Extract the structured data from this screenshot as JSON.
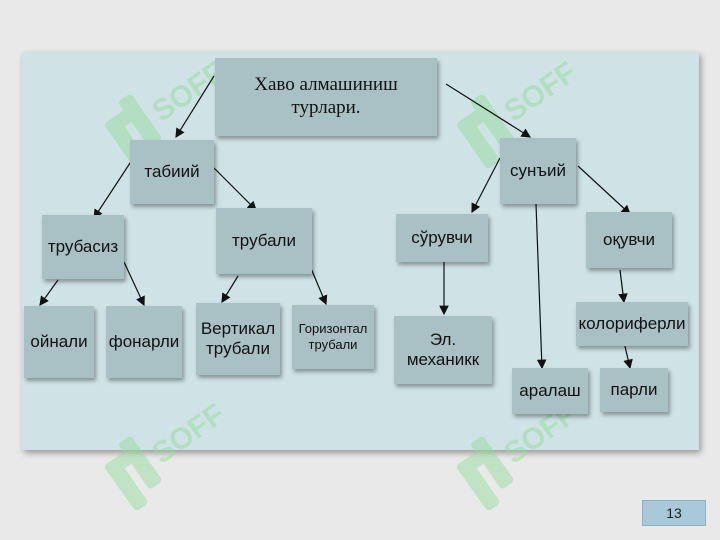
{
  "diagram": {
    "root": "Хаво алмашиниш турлари.",
    "natural": "табиий",
    "artificial": "сунъий",
    "pipeless": "трубасиз",
    "piped": "трубали",
    "window": "ойнали",
    "lantern": "фонарли",
    "vertical": "Вертикал трубали",
    "horizontal": "Горизонтал трубали",
    "exhaust": "сўрувчи",
    "supply": "оқувчи",
    "mechanical": "Эл. механикк",
    "mixed": "аралаш",
    "calorifer": "колориферли",
    "steam": "парли"
  },
  "watermark": {
    "text": "SOFF",
    "color": "#8fdc97"
  },
  "page_number": "13"
}
